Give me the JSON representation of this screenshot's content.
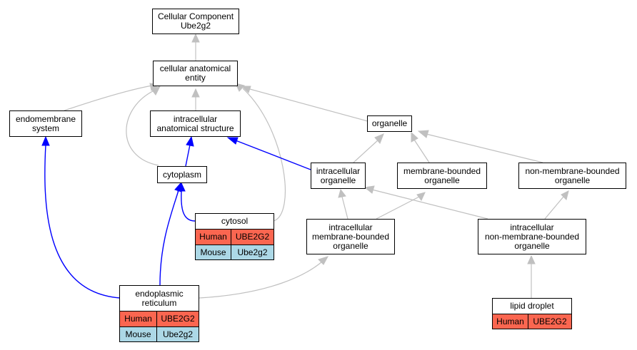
{
  "diagram": {
    "root": {
      "line1": "Cellular Component",
      "line2": "Ube2g2"
    },
    "cellular_anatomical_entity": {
      "line1": "cellular anatomical",
      "line2": "entity"
    },
    "endomembrane_system": {
      "line1": "endomembrane",
      "line2": "system"
    },
    "intracellular_anatomical_structure": {
      "line1": "intracellular",
      "line2": "anatomical structure"
    },
    "organelle": {
      "line1": "organelle"
    },
    "cytoplasm": {
      "line1": "cytoplasm"
    },
    "intracellular_organelle": {
      "line1": "intracellular",
      "line2": "organelle"
    },
    "membrane_bounded_organelle": {
      "line1": "membrane-bounded",
      "line2": "organelle"
    },
    "non_membrane_bounded_organelle": {
      "line1": "non-membrane-bounded",
      "line2": "organelle"
    },
    "intracellular_membrane_bounded_organelle": {
      "line1": "intracellular",
      "line2": "membrane-bounded",
      "line3": "organelle"
    },
    "intracellular_non_membrane_bounded_organelle": {
      "line1": "intracellular",
      "line2": "non-membrane-bounded",
      "line3": "organelle"
    },
    "cytosol": {
      "title": "cytosol",
      "rows": [
        {
          "species": "Human",
          "gene": "UBE2G2"
        },
        {
          "species": "Mouse",
          "gene": "Ube2g2"
        }
      ]
    },
    "endoplasmic_reticulum": {
      "title_line1": "endoplasmic",
      "title_line2": "reticulum",
      "rows": [
        {
          "species": "Human",
          "gene": "UBE2G2"
        },
        {
          "species": "Mouse",
          "gene": "Ube2g2"
        }
      ]
    },
    "lipid_droplet": {
      "title": "lipid droplet",
      "rows": [
        {
          "species": "Human",
          "gene": "UBE2G2"
        }
      ]
    }
  },
  "colors": {
    "human_row": "#fb6650",
    "mouse_row": "#acd8e6",
    "is_a_edge": "#c0c0c0",
    "part_of_edge": "#0000ff"
  }
}
